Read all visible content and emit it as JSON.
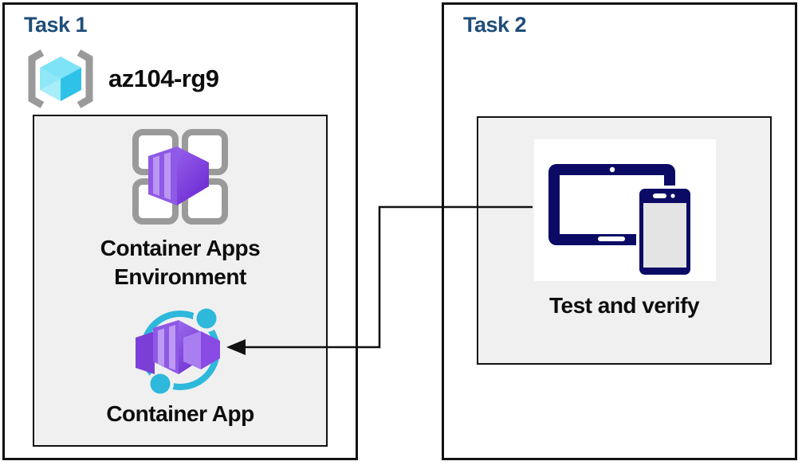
{
  "colors": {
    "task_title": "#1F4E79",
    "box_border": "#111111",
    "panel_bg": "#F0F0F1",
    "cyan": "#2EB8DB",
    "purple": "#8E59E6",
    "navy": "#0B0B66",
    "gray": "#9A9A9A"
  },
  "task1": {
    "title": "Task 1",
    "resource_group": {
      "name": "az104-rg9",
      "icon": "resource-group-icon"
    },
    "environment": {
      "label_line1": "Container Apps",
      "label_line2": "Environment",
      "icon": "container-apps-environment-icon"
    },
    "app": {
      "label": "Container App",
      "icon": "container-app-icon"
    }
  },
  "task2": {
    "title": "Task 2",
    "verify": {
      "label": "Test and verify",
      "icon": "tablet-phone-icon"
    }
  },
  "connector": {
    "description": "arrow from Test and verify to Container App"
  }
}
